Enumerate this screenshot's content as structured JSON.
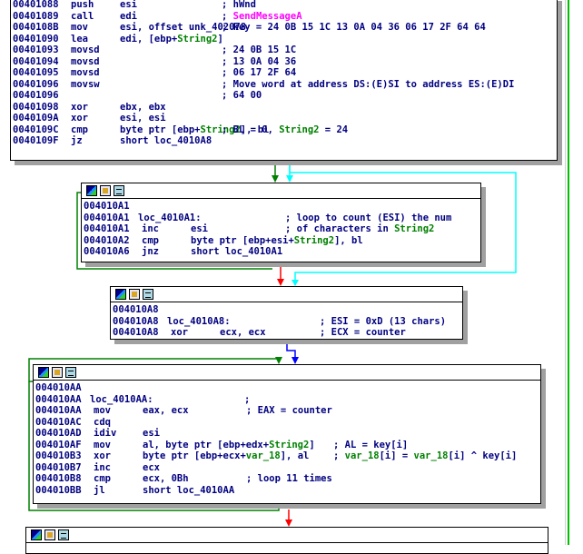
{
  "window_title": "IDA View-A",
  "nodes": [
    {
      "id": "top",
      "lines": [
        {
          "addr": "00401088",
          "mn": "push",
          "ops": "esi",
          "cmt": "; hWnd"
        },
        {
          "addr": "00401089",
          "mn": "call",
          "ops": "edi",
          "cmt": "; SendMessageA"
        },
        {
          "addr": "0040108B",
          "mn": "mov",
          "ops": "esi, offset unk_402078",
          "cmt": "; key = 24 0B 15 1C 13 0A 04 36 06 17 2F 64 64"
        },
        {
          "addr": "00401090",
          "mn": "lea",
          "ops": "edi, [ebp+String2]",
          "cmt": ""
        },
        {
          "addr": "00401093",
          "mn": "movsd",
          "ops": "",
          "cmt": "; 24 0B 15 1C"
        },
        {
          "addr": "00401094",
          "mn": "movsd",
          "ops": "",
          "cmt": "; 13 0A 04 36"
        },
        {
          "addr": "00401095",
          "mn": "movsd",
          "ops": "",
          "cmt": "; 06 17 2F 64"
        },
        {
          "addr": "00401096",
          "mn": "movsw",
          "ops": "",
          "cmt": "; Move word at address DS:(E)SI to address ES:(E)DI"
        },
        {
          "addr": "00401096",
          "mn": "",
          "ops": "",
          "cmt": "; 64 00"
        },
        {
          "addr": "00401098",
          "mn": "xor",
          "ops": "ebx, ebx",
          "cmt": ""
        },
        {
          "addr": "0040109A",
          "mn": "xor",
          "ops": "esi, esi",
          "cmt": ""
        },
        {
          "addr": "0040109C",
          "mn": "cmp",
          "ops": "byte ptr [ebp+String2], bl",
          "cmt": "; BL = 0, String2 = 24"
        },
        {
          "addr": "0040109F",
          "mn": "jz",
          "ops": "short loc_4010A8",
          "cmt": ""
        }
      ]
    },
    {
      "id": "loop1",
      "lines": [
        {
          "addr": "004010A1",
          "mn": "",
          "ops": "",
          "cmt": ""
        },
        {
          "addr": "004010A1",
          "mn": "loc_4010A1:",
          "ops": "",
          "cmt": "; loop to count (ESI) the num"
        },
        {
          "addr": "004010A1",
          "mn": "inc",
          "ops": "esi",
          "cmt": "; of characters in String2"
        },
        {
          "addr": "004010A2",
          "mn": "cmp",
          "ops": "byte ptr [ebp+esi+String2], bl",
          "cmt": ""
        },
        {
          "addr": "004010A6",
          "mn": "jnz",
          "ops": "short loc_4010A1",
          "cmt": ""
        }
      ]
    },
    {
      "id": "a8",
      "lines": [
        {
          "addr": "004010A8",
          "mn": "",
          "ops": "",
          "cmt": ""
        },
        {
          "addr": "004010A8",
          "mn": "loc_4010A8:",
          "ops": "",
          "cmt": "; ESI = 0xD (13 chars)"
        },
        {
          "addr": "004010A8",
          "mn": "xor",
          "ops": "ecx, ecx",
          "cmt": "; ECX = counter"
        }
      ]
    },
    {
      "id": "loop2",
      "lines": [
        {
          "addr": "004010AA",
          "mn": "",
          "ops": "",
          "cmt": ""
        },
        {
          "addr": "004010AA",
          "mn": "loc_4010AA:",
          "ops": "",
          "cmt": ";"
        },
        {
          "addr": "004010AA",
          "mn": "mov",
          "ops": "eax, ecx",
          "cmt": "; EAX = counter"
        },
        {
          "addr": "004010AC",
          "mn": "cdq",
          "ops": "",
          "cmt": ""
        },
        {
          "addr": "004010AD",
          "mn": "idiv",
          "ops": "esi",
          "cmt": ""
        },
        {
          "addr": "004010AF",
          "mn": "mov",
          "ops": "al, byte ptr [ebp+edx+String2]",
          "cmt": "; AL = key[i]"
        },
        {
          "addr": "004010B3",
          "mn": "xor",
          "ops": "byte ptr [ebp+ecx+var_18], al",
          "cmt": "; var_18[i] = var_18[i] ^ key[i]"
        },
        {
          "addr": "004010B7",
          "mn": "inc",
          "ops": "ecx",
          "cmt": ""
        },
        {
          "addr": "004010B8",
          "mn": "cmp",
          "ops": "ecx, 0Bh",
          "cmt": "; loop 11 times"
        },
        {
          "addr": "004010BB",
          "mn": "jl",
          "ops": "short loc_4010AA",
          "cmt": ""
        }
      ]
    },
    {
      "id": "bottom",
      "lines": []
    }
  ],
  "icons": [
    "graph-overview-icon",
    "edit-node-icon",
    "disasm-view-icon"
  ],
  "colors": {
    "address": "#000080",
    "mnemonic": "#000080",
    "comment": "#000080",
    "variable": "#008000",
    "import": "#ff00ff",
    "edge_true": "#008000",
    "edge_false": "#ff0000",
    "edge_uncond": "#0000ff",
    "edge_back": "#00ffff"
  }
}
